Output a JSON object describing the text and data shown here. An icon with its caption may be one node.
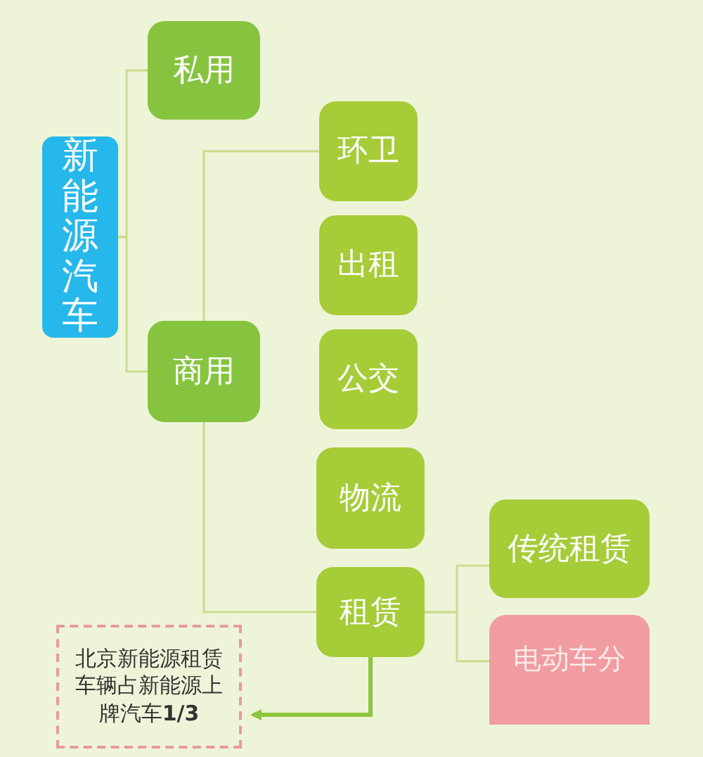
{
  "diagram": {
    "nodes": [
      {
        "text": [
          "新能源汽车"
        ]
      },
      {
        "text": [
          "私用"
        ]
      },
      {
        "text": [
          "商用"
        ]
      },
      {
        "text": [
          "环卫"
        ]
      },
      {
        "text": [
          "出租"
        ]
      },
      {
        "text": [
          "公交"
        ]
      },
      {
        "text": [
          "物流"
        ]
      },
      {
        "text": [
          "租赁"
        ]
      },
      {
        "text": [
          "传统租赁"
        ]
      },
      {
        "text": [
          "电动车分"
        ]
      },
      {
        "text": [
          "北京新能源租赁车辆占新能源上牌汽车**1/3**"
        ]
      }
    ],
    "edges": [
      {
        "from": 0,
        "to": 1,
        "arrow": "none"
      },
      {
        "from": 0,
        "to": 2,
        "arrow": "none"
      },
      {
        "from": 2,
        "to": 3,
        "arrow": "none"
      },
      {
        "from": 2,
        "to": 7,
        "arrow": "none"
      },
      {
        "from": 7,
        "to": 8,
        "arrow": "none"
      },
      {
        "from": 7,
        "to": 9,
        "arrow": "none"
      },
      {
        "from": 7,
        "to": 10,
        "arrow": "to",
        "style": "thick",
        "color": "#8cc63f"
      }
    ]
  }
}
